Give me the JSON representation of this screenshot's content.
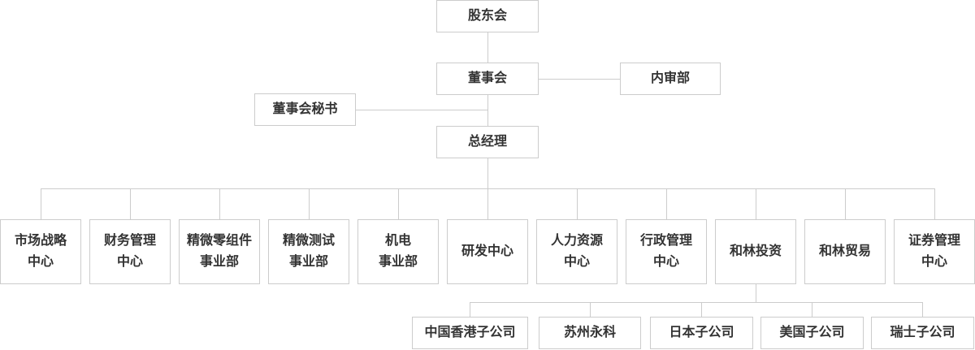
{
  "colors": {
    "background": "#ffffff",
    "box_border": "#cccccc",
    "connector_line": "#cccccc",
    "text": "#333333"
  },
  "org": {
    "top": {
      "shareholders": "股东会",
      "board": "董事会",
      "internal_audit": "内审部",
      "board_secretary": "董事会秘书",
      "general_manager": "总经理"
    },
    "departments": [
      {
        "name": "市场战略中心",
        "lines": [
          "市场战略",
          "中心"
        ]
      },
      {
        "name": "财务管理中心",
        "lines": [
          "财务管理",
          "中心"
        ]
      },
      {
        "name": "精微零组件事业部",
        "lines": [
          "精微零组件",
          "事业部"
        ]
      },
      {
        "name": "精微测试事业部",
        "lines": [
          "精微测试",
          "事业部"
        ]
      },
      {
        "name": "机电事业部",
        "lines": [
          "机电",
          "事业部"
        ]
      },
      {
        "name": "研发中心",
        "lines": [
          "研发中心"
        ]
      },
      {
        "name": "人力资源中心",
        "lines": [
          "人力资源",
          "中心"
        ]
      },
      {
        "name": "行政管理中心",
        "lines": [
          "行政管理",
          "中心"
        ]
      },
      {
        "name": "和林投资",
        "lines": [
          "和林投资"
        ]
      },
      {
        "name": "和林贸易",
        "lines": [
          "和林贸易"
        ]
      },
      {
        "name": "证券管理中心",
        "lines": [
          "证券管理",
          "中心"
        ]
      }
    ],
    "subsidiaries": [
      "中国香港子公司",
      "苏州永科",
      "日本子公司",
      "美国子公司",
      "瑞士子公司"
    ]
  }
}
